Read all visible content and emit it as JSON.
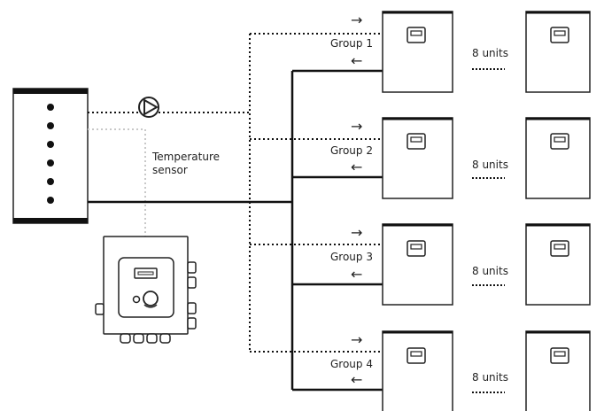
{
  "diagram": {
    "sensor_label_line1": "Temperature",
    "sensor_label_line2": "sensor",
    "supply_arrow": "→",
    "return_arrow": "←",
    "groups": [
      {
        "label": "Group 1",
        "units": "8 units"
      },
      {
        "label": "Group 2",
        "units": "8 units"
      },
      {
        "label": "Group 3",
        "units": "8 units"
      },
      {
        "label": "Group 4",
        "units": "8 units"
      }
    ],
    "tank_dot_count": 6,
    "controller_bottom_connectors": 4
  },
  "colors": {
    "line": "#111111",
    "sensor_line": "#c8c8c8",
    "outline": "#222222",
    "tank_band": "#111111"
  },
  "icons": [
    "tank-icon",
    "pump-icon",
    "controller-icon",
    "heat-pump-unit-icon"
  ]
}
